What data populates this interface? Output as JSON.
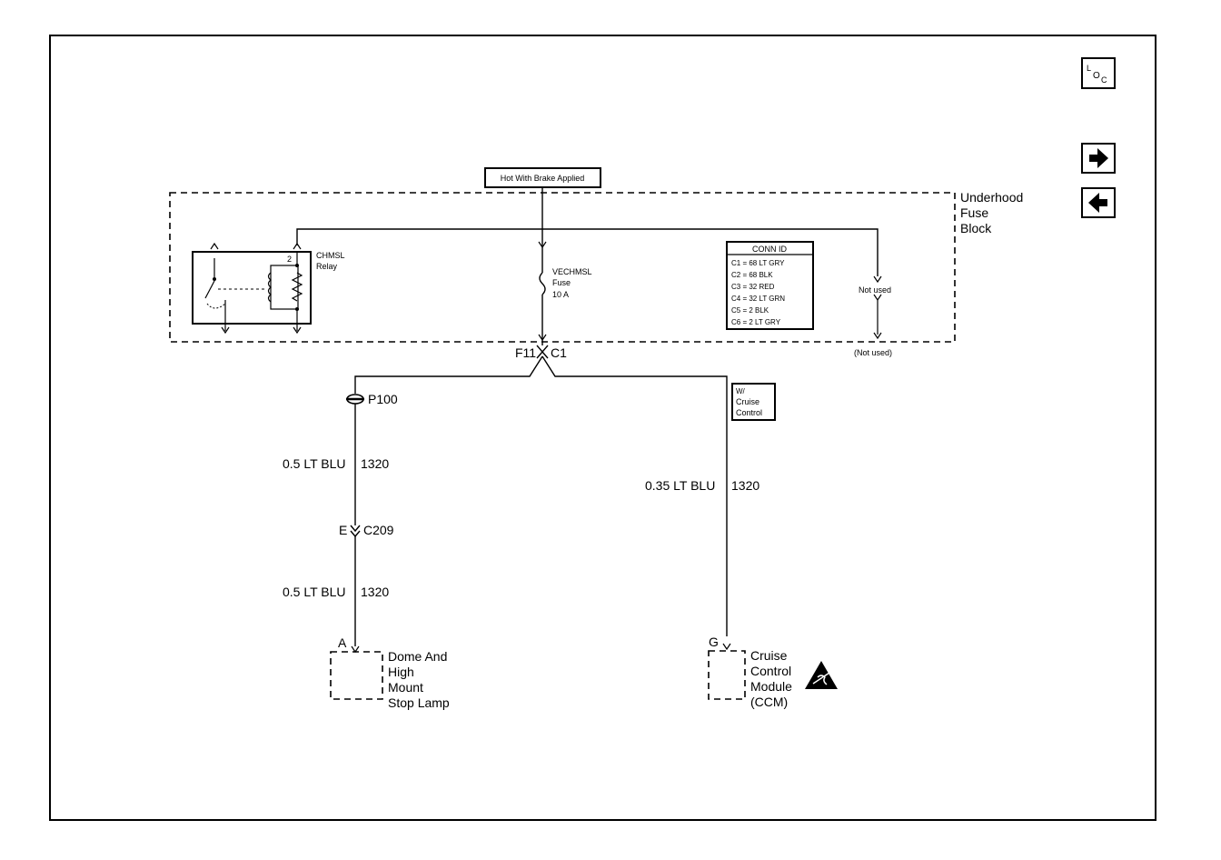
{
  "source": {
    "label": "Hot With Brake Applied"
  },
  "fuse_block": {
    "title_lines": [
      "Underhood",
      "Fuse",
      "Block"
    ]
  },
  "relay": {
    "name_lines": [
      "CHMSL",
      "Relay"
    ],
    "pin": "2"
  },
  "fuse": {
    "lines": [
      "VECHMSL",
      "Fuse",
      "10 A"
    ]
  },
  "conn_id": {
    "title": "CONN ID",
    "rows": [
      "C1 = 68 LT GRY",
      "C2 = 68 BLK",
      "C3 = 32 RED",
      "C4 = 32 LT GRN",
      "C5 = 2 BLK",
      "C6 = 2 LT GRY"
    ]
  },
  "not_used": {
    "inner": "Not used",
    "outer": "(Not used)"
  },
  "connector_top": {
    "left": "F11",
    "right": "C1"
  },
  "left_branch": {
    "splice": "P100",
    "wire1": {
      "size_color": "0.5 LT BLU",
      "circuit": "1320"
    },
    "connector": {
      "pin": "E",
      "id": "C209"
    },
    "wire2": {
      "size_color": "0.5 LT BLU",
      "circuit": "1320"
    },
    "terminal": "A",
    "component_lines": [
      "Dome And",
      "High",
      "Mount",
      "Stop Lamp"
    ]
  },
  "right_branch": {
    "option_lines": [
      "W/",
      "Cruise",
      "Control"
    ],
    "wire": {
      "size_color": "0.35 LT BLU",
      "circuit": "1320"
    },
    "terminal": "G",
    "component_lines": [
      "Cruise",
      "Control",
      "Module",
      "(CCM)"
    ]
  },
  "nav": {
    "loc_l": "L",
    "loc_o": "O",
    "loc_c": "C",
    "next_icon": "arrow-right-icon",
    "prev_icon": "arrow-left-icon"
  }
}
